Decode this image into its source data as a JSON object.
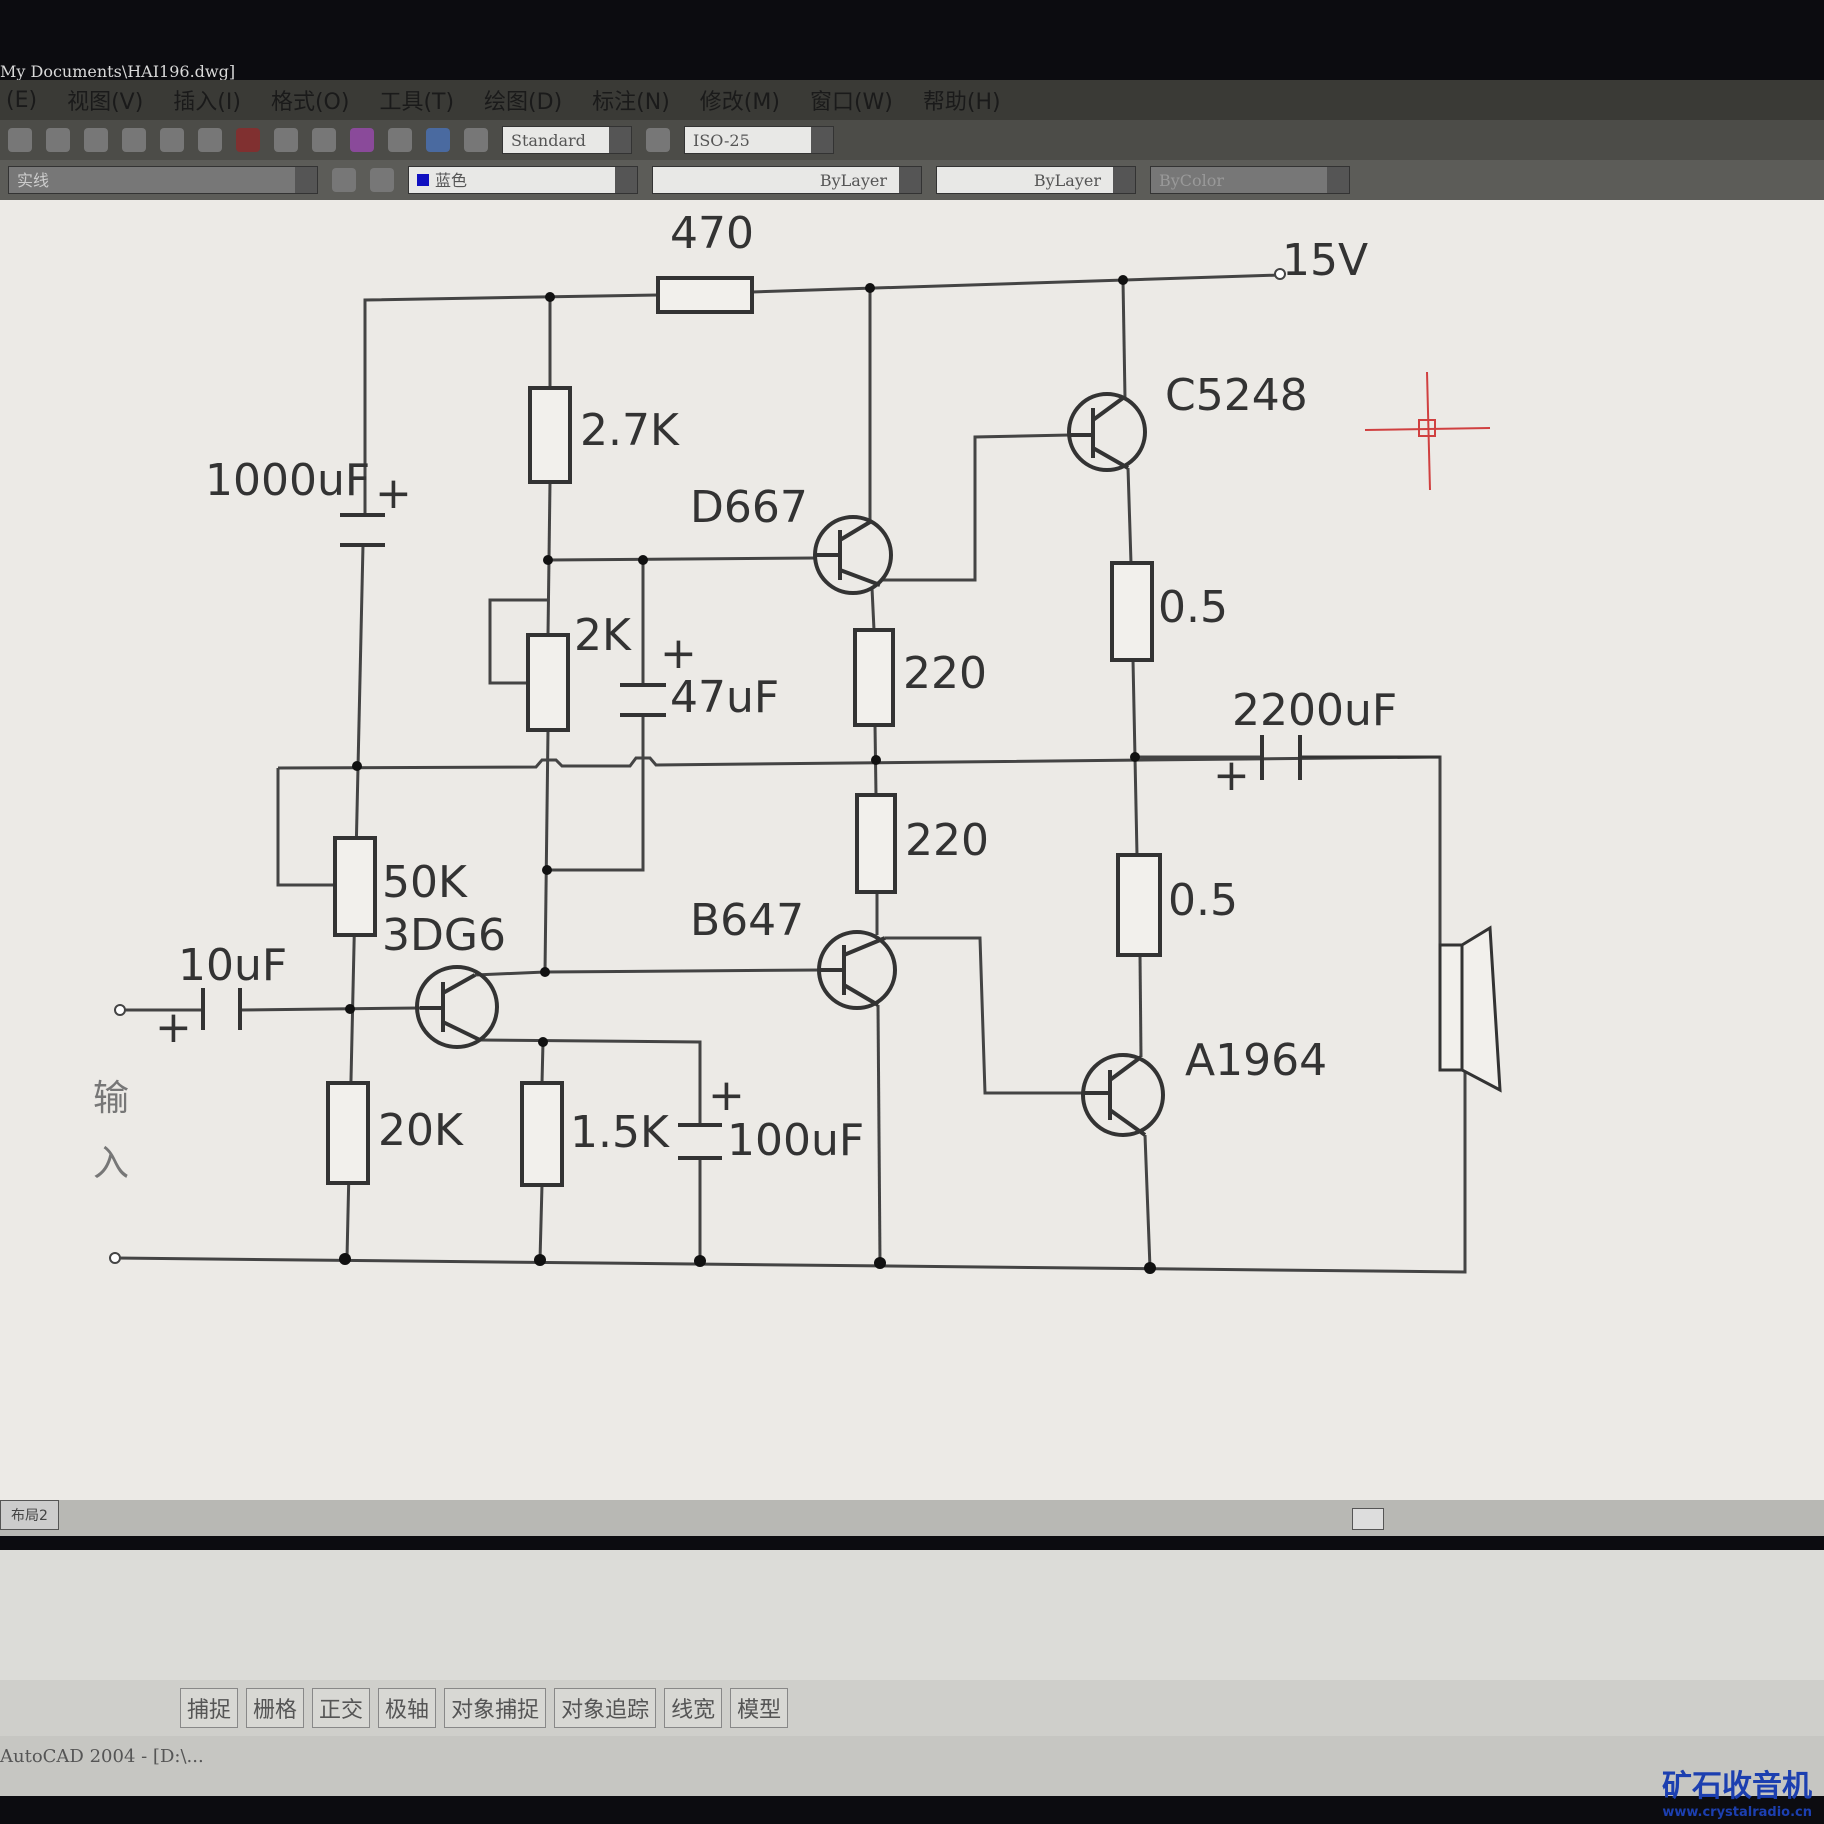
{
  "window": {
    "title": "My Documents\\HAI196.dwg]"
  },
  "menu": [
    "(E)",
    "视图(V)",
    "插入(I)",
    "格式(O)",
    "工具(T)",
    "绘图(D)",
    "标注(N)",
    "修改(M)",
    "窗口(W)",
    "帮助(H)"
  ],
  "toolbar": {
    "text_style": "Standard",
    "dim_style": "ISO-25",
    "layer": "实线",
    "color": "蓝色",
    "linetype": "ByLayer",
    "lineweight": "ByLayer",
    "plot_style": "ByColor"
  },
  "layout_tab": "布局2",
  "status": [
    "捕捉",
    "栅格",
    "正交",
    "极轴",
    "对象捕捉",
    "对象追踪",
    "线宽",
    "模型"
  ],
  "taskbar": {
    "app": "AutoCAD 2004 - [D:\\..."
  },
  "watermark": {
    "name": "矿石收音机",
    "url": "www.crystalradio.cn"
  },
  "circuit": {
    "supply": "15V",
    "r_top": "470",
    "c_bulk": "1000uF",
    "r_bias": "2.7K",
    "pot": "2K",
    "c_boot": "47uF",
    "q_driver_n": "D667",
    "q_driver_p": "B647",
    "q_out_n": "C5248",
    "q_out_p": "A1964",
    "q_input": "3DG6",
    "r_220a": "220",
    "r_220b": "220",
    "r_e1": "0.5",
    "r_e2": "0.5",
    "c_out": "2200uF",
    "r_fb": "50K",
    "r_in": "20K",
    "r_emit": "1.5K",
    "c_emit": "100uF",
    "c_in": "10uF",
    "plus": "+",
    "input_label_1": "输",
    "input_label_2": "入"
  }
}
